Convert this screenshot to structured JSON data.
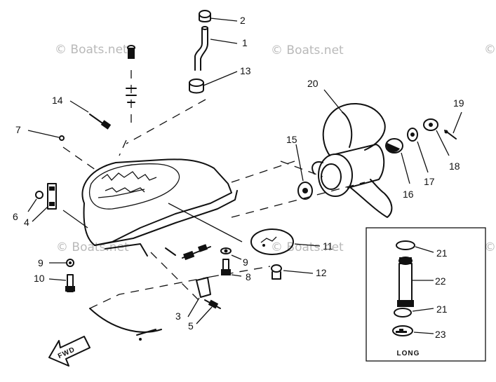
{
  "watermark": "© Boats.net",
  "callouts": {
    "c1": "1",
    "c2": "2",
    "c3": "3",
    "c4": "4",
    "c5": "5",
    "c6": "6",
    "c7": "7",
    "c8": "8",
    "c9a": "9",
    "c9b": "9",
    "c10": "10",
    "c11": "11",
    "c12": "12",
    "c13": "13",
    "c14": "14",
    "c15": "15",
    "c16": "16",
    "c17": "17",
    "c18": "18",
    "c19": "19",
    "c20": "20",
    "c21a": "21",
    "c21b": "21",
    "c22": "22",
    "c23": "23"
  },
  "inset_label": "LONG",
  "direction_arrow": "FWD"
}
